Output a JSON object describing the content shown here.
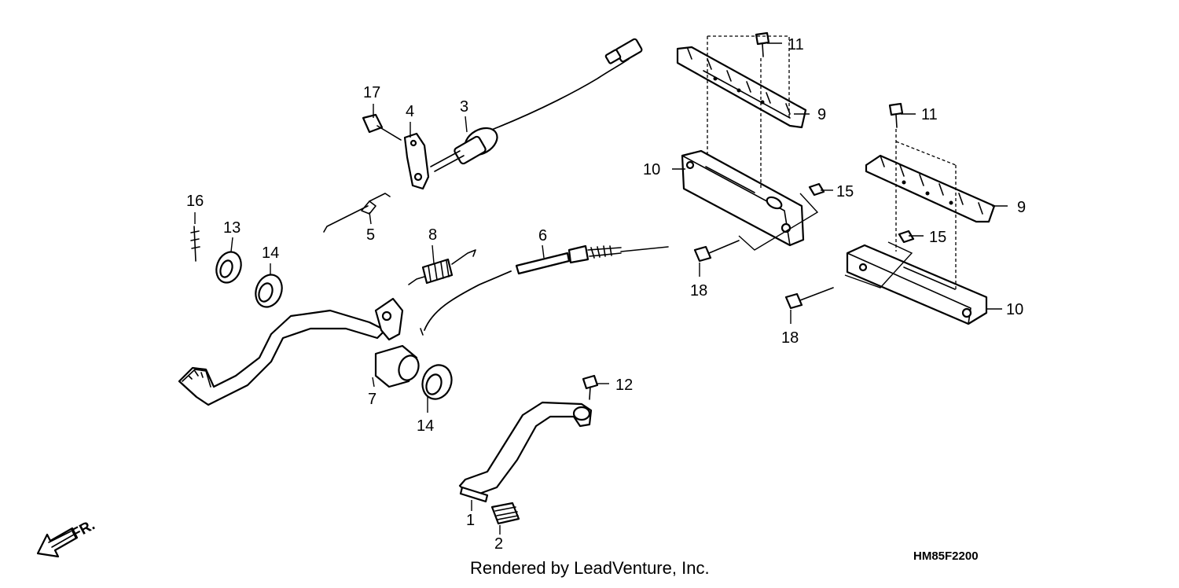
{
  "diagram": {
    "callouts": {
      "c1": "1",
      "c2": "2",
      "c3": "3",
      "c4": "4",
      "c5": "5",
      "c6": "6",
      "c7": "7",
      "c8": "8",
      "c9a": "9",
      "c9b": "9",
      "c10a": "10",
      "c10b": "10",
      "c11a": "11",
      "c11b": "11",
      "c12": "12",
      "c13": "13",
      "c14a": "14",
      "c14b": "14",
      "c15a": "15",
      "c15b": "15",
      "c16": "16",
      "c17": "17",
      "c18a": "18",
      "c18b": "18"
    },
    "front_indicator": "FR.",
    "diagram_code": "HM85F2200",
    "credit": "Rendered by LeadVenture, Inc."
  }
}
